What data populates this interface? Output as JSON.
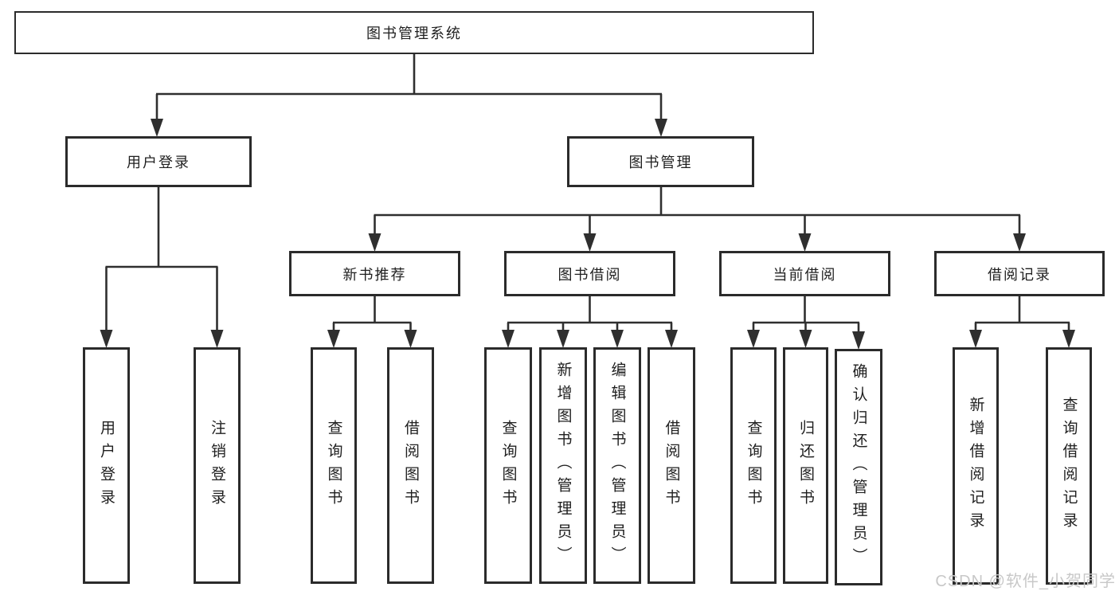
{
  "root": {
    "label": "图书管理系统"
  },
  "level2": {
    "user_login": {
      "label": "用户登录"
    },
    "book_mgmt": {
      "label": "图书管理"
    }
  },
  "level3": {
    "new_book_rec": {
      "label": "新书推荐"
    },
    "book_borrow": {
      "label": "图书借阅"
    },
    "current_borrow": {
      "label": "当前借阅"
    },
    "borrow_records": {
      "label": "借阅记录"
    }
  },
  "leaves": {
    "user_login": {
      "label": "用户登录"
    },
    "logout": {
      "label": "注销登录"
    },
    "rec_query": {
      "label": "查询图书"
    },
    "rec_borrow": {
      "label": "借阅图书"
    },
    "bb_query": {
      "label": "查询图书"
    },
    "bb_add": {
      "label": "新增图书（管理员）"
    },
    "bb_edit": {
      "label": "编辑图书（管理员）"
    },
    "bb_borrow": {
      "label": "借阅图书"
    },
    "cb_query": {
      "label": "查询图书"
    },
    "cb_return": {
      "label": "归还图书"
    },
    "cb_confirm": {
      "label": "确认归还（管理员）"
    },
    "br_add": {
      "label": "新增借阅记录"
    },
    "br_query": {
      "label": "查询借阅记录"
    }
  },
  "watermark": {
    "text": "CSDN @软件_小贺同学"
  },
  "colors": {
    "line": "#2f2f2f",
    "border": "#2b2b2b",
    "fill": "#ffffff",
    "text": "#1f1f1f",
    "watermark": "#c8c8c8"
  }
}
